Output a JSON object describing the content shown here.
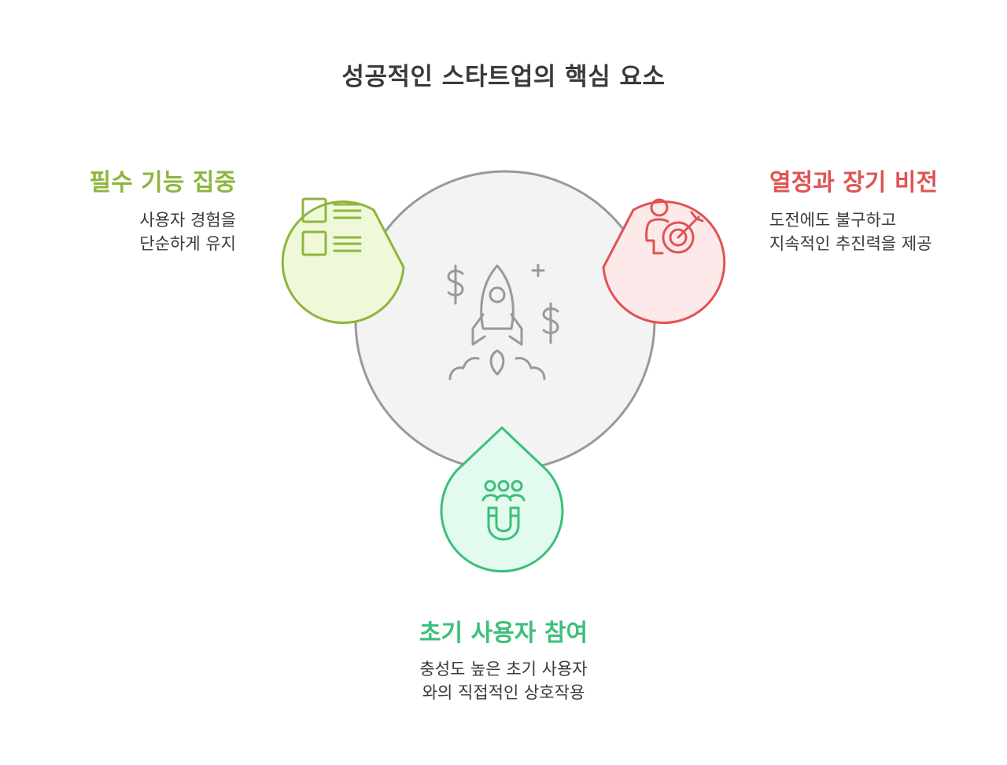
{
  "title": "성공적인 스타트업의 핵심 요소",
  "colors": {
    "left": "#8db63c",
    "right": "#e05353",
    "bottom": "#3cbf7a",
    "center": "#999999"
  },
  "center": {
    "icon": "rocket-dollar-icon"
  },
  "items": {
    "left": {
      "heading": "필수 기능 집중",
      "lines": [
        "사용자 경험을",
        "단순하게 유지"
      ],
      "icon": "checklist-icon"
    },
    "right": {
      "heading": "열정과 장기 비전",
      "lines": [
        "도전에도 불구하고",
        "지속적인 추진력을 제공"
      ],
      "icon": "person-target-icon"
    },
    "bottom": {
      "heading": "초기 사용자 참여",
      "lines": [
        "충성도 높은 초기 사용자",
        "와의 직접적인 상호작용"
      ],
      "icon": "users-magnet-icon"
    }
  }
}
